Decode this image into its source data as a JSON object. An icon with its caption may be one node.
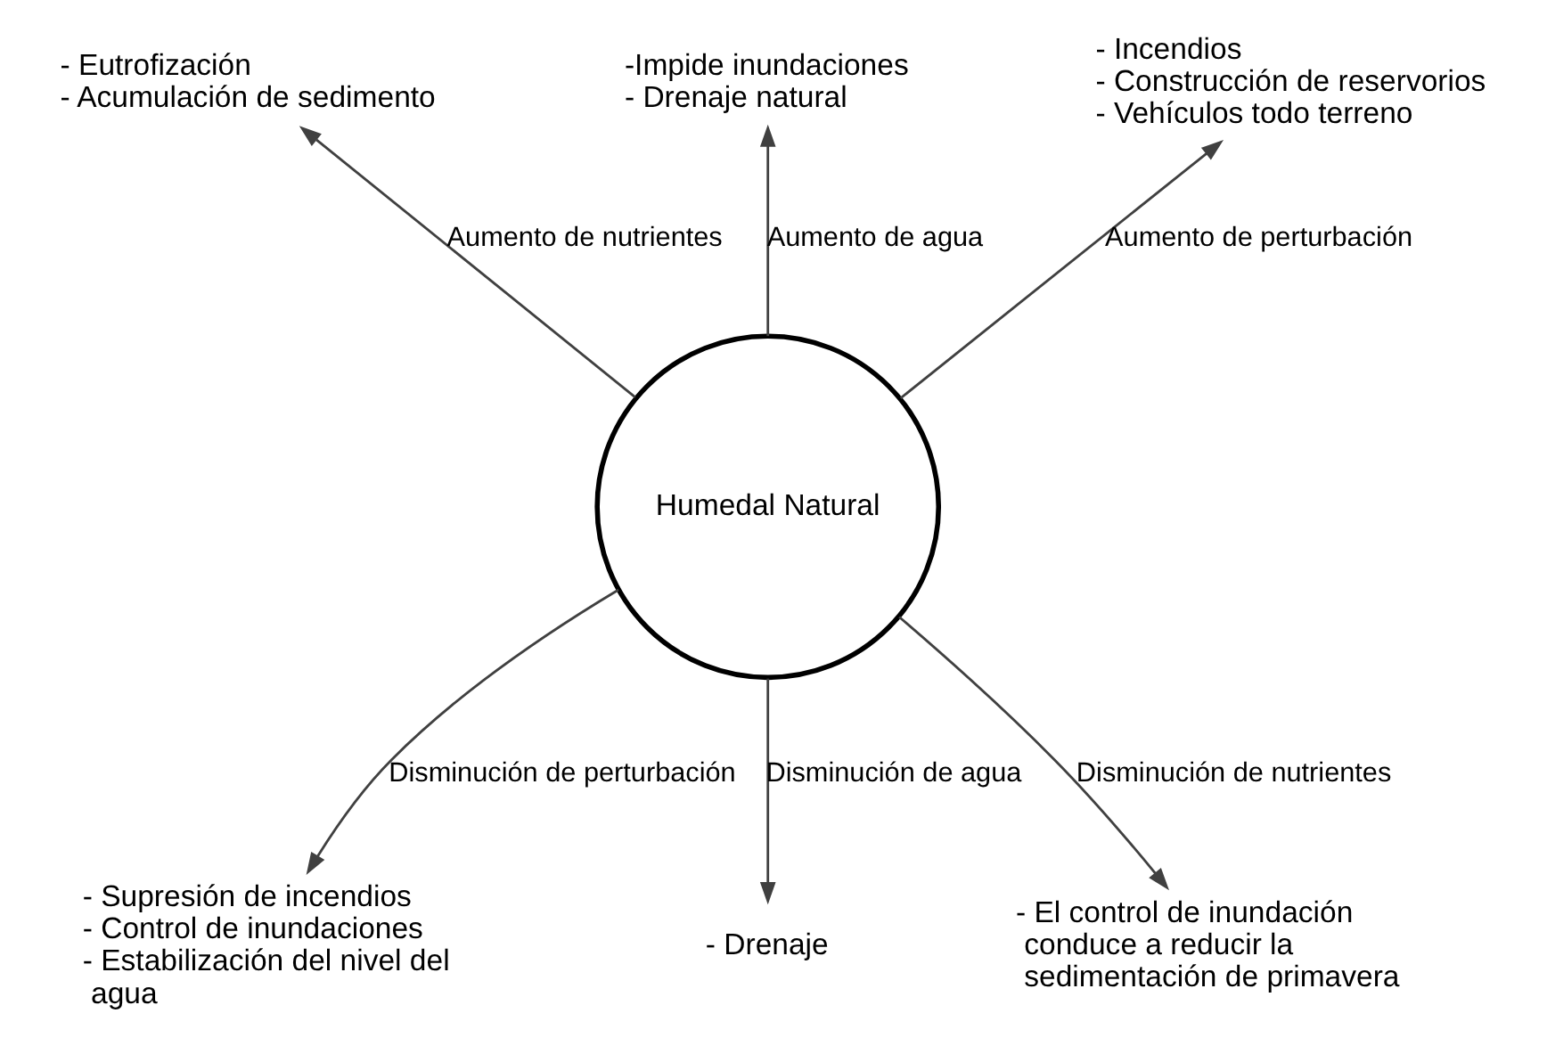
{
  "diagram": {
    "nodes": [
      {
        "text": [
          "-Impide inundaciones",
          "- Drenaje natural"
        ]
      },
      {
        "text": [
          "- Incendios",
          "- Construcción de reservorios",
          "- Vehículos todo terreno"
        ]
      },
      {
        "text": [
          "- Eutrofización",
          "- Acumulación de sedimento"
        ]
      },
      {
        "text": [
          "Humedal Natural"
        ]
      },
      {
        "text": [
          "- El control de inundación conduce a reducir la sedimentación de primavera"
        ]
      },
      {
        "text": [
          "- Supresión de incendios",
          "- Control de inundaciones",
          "- Estabilización del nivel del agua"
        ]
      },
      {
        "text": [
          "- Drenaje"
        ]
      }
    ],
    "edges": [
      {
        "from": 3,
        "to": 0,
        "arrow": "to",
        "label": "Aumento de agua"
      },
      {
        "from": 3,
        "to": 1,
        "arrow": "to",
        "label": "Aumento de perturbación"
      },
      {
        "from": 3,
        "to": 2,
        "arrow": "to",
        "label": "Aumento de nutrientes"
      },
      {
        "from": 3,
        "to": 4,
        "arrow": "to",
        "label": "Disminución de nutrientes"
      },
      {
        "from": 3,
        "to": 5,
        "arrow": "to",
        "label": "Disminución de perturbación"
      },
      {
        "from": 3,
        "to": 6,
        "arrow": "to",
        "label": "Disminución de agua"
      }
    ]
  }
}
